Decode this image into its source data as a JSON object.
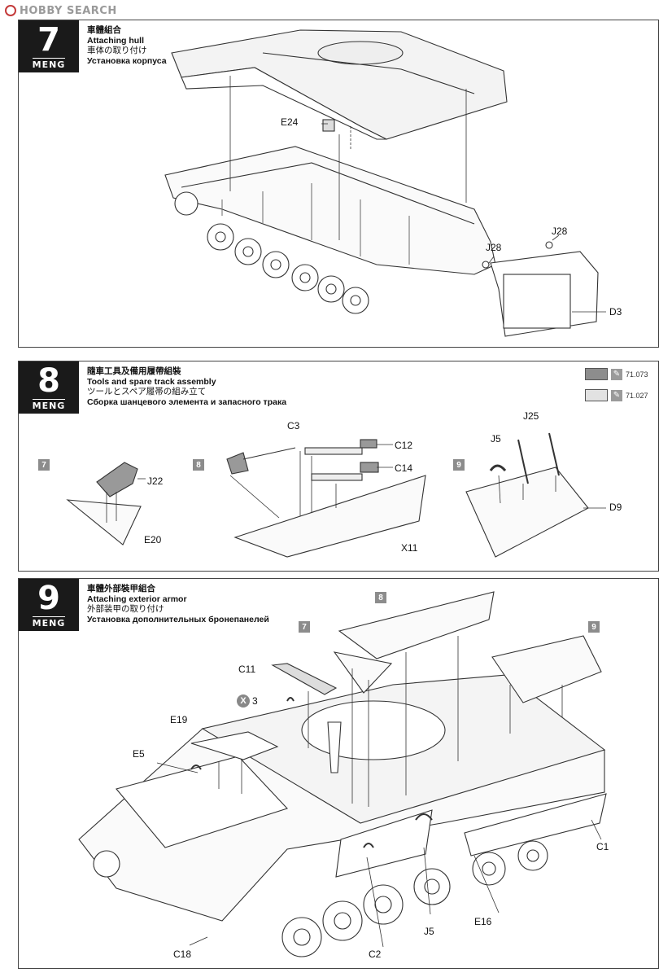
{
  "watermark": {
    "text": "HOBBY SEARCH"
  },
  "brand": "MENG",
  "steps": [
    {
      "number": "7",
      "title_cn": "車體組合",
      "title_en": "Attaching hull",
      "title_jp": "車体の取り付け",
      "title_ru": "Установка корпуса",
      "parts": [
        "E24",
        "J28",
        "J28",
        "D3"
      ]
    },
    {
      "number": "8",
      "title_cn": "隨車工具及備用履帶組裝",
      "title_en": "Tools and spare track assembly",
      "title_jp": "ツールとスペア履帯の組み立て",
      "title_ru": "Сборка шанцевого элемента и запасного трака",
      "paints": [
        {
          "code": "71.073",
          "color": "#8d8d8d"
        },
        {
          "code": "71.027",
          "color": "#e2e2e2"
        }
      ],
      "sub_steps": [
        {
          "badge": "7",
          "parts": [
            "J22",
            "E20"
          ]
        },
        {
          "badge": "8",
          "parts": [
            "C3",
            "C12",
            "C14",
            "X11"
          ]
        },
        {
          "badge": "9",
          "parts": [
            "J25",
            "J5",
            "D9"
          ]
        }
      ]
    },
    {
      "number": "9",
      "title_cn": "車體外部裝甲組合",
      "title_en": "Attaching exterior armor",
      "title_jp": "外部装甲の取り付け",
      "title_ru": "Установка дополнительных бронепанелей",
      "sub_refs": [
        "8",
        "7",
        "9"
      ],
      "multiplier": {
        "symbol": "X",
        "count": "3"
      },
      "parts": [
        "C11",
        "E19",
        "E5",
        "C1",
        "E16",
        "J5",
        "C2",
        "C18"
      ]
    }
  ],
  "icons": {
    "brush": "brush-icon",
    "multiply": "multiply-icon"
  }
}
